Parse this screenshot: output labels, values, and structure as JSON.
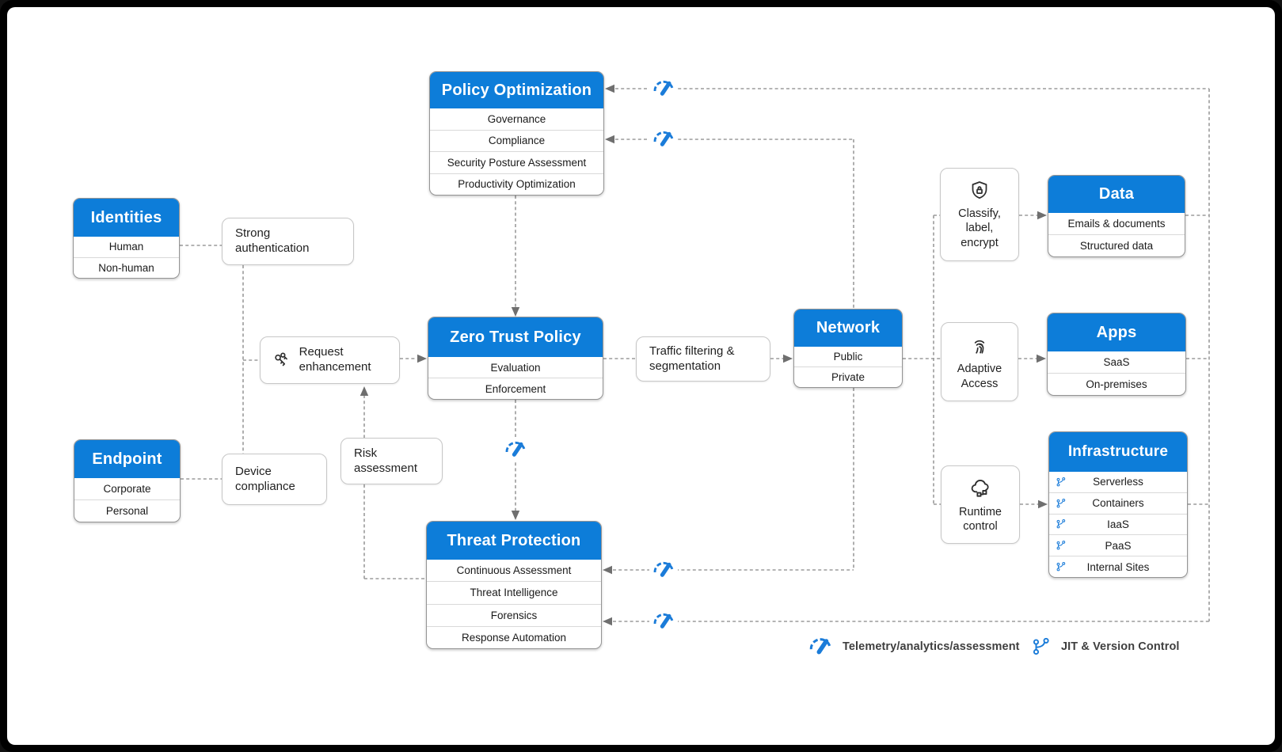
{
  "colors": {
    "header-blue": "#0d7dd9",
    "icon-blue": "#1b7cd9"
  },
  "boxes": {
    "policy_optimization": {
      "title": "Policy Optimization",
      "rows": [
        "Governance",
        "Compliance",
        "Security Posture Assessment",
        "Productivity Optimization"
      ]
    },
    "identities": {
      "title": "Identities",
      "rows": [
        "Human",
        "Non-human"
      ]
    },
    "zero_trust_policy": {
      "title": "Zero Trust Policy",
      "rows": [
        "Evaluation",
        "Enforcement"
      ]
    },
    "network": {
      "title": "Network",
      "rows": [
        "Public",
        "Private"
      ]
    },
    "endpoint": {
      "title": "Endpoint",
      "rows": [
        "Corporate",
        "Personal"
      ]
    },
    "threat_protection": {
      "title": "Threat Protection",
      "rows": [
        "Continuous Assessment",
        "Threat Intelligence",
        "Forensics",
        "Response Automation"
      ]
    },
    "data": {
      "title": "Data",
      "rows": [
        "Emails & documents",
        "Structured data"
      ]
    },
    "apps": {
      "title": "Apps",
      "rows": [
        "SaaS",
        "On-premises"
      ]
    },
    "infrastructure": {
      "title": "Infrastructure",
      "rows": [
        "Serverless",
        "Containers",
        "IaaS",
        "PaaS",
        "Internal Sites"
      ]
    }
  },
  "labels": {
    "strong_authentication": "Strong authentication",
    "request_enhancement": "Request enhancement",
    "traffic_filtering": "Traffic filtering & segmentation",
    "risk_assessment": "Risk assessment",
    "device_compliance": "Device compliance",
    "classify": "Classify, label, encrypt",
    "adaptive_access": "Adaptive Access",
    "runtime_control": "Runtime control"
  },
  "legend": {
    "telemetry": "Telemetry/analytics/assessment",
    "jit": "JIT & Version Control"
  },
  "icons": {
    "gauge": "telemetry-gauge-icon",
    "branch": "jit-version-control-icon",
    "keys": "keys-icon",
    "shield_lock": "shield-lock-icon",
    "fingerprint": "fingerprint-icon",
    "cloud": "cloud-runtime-icon"
  }
}
